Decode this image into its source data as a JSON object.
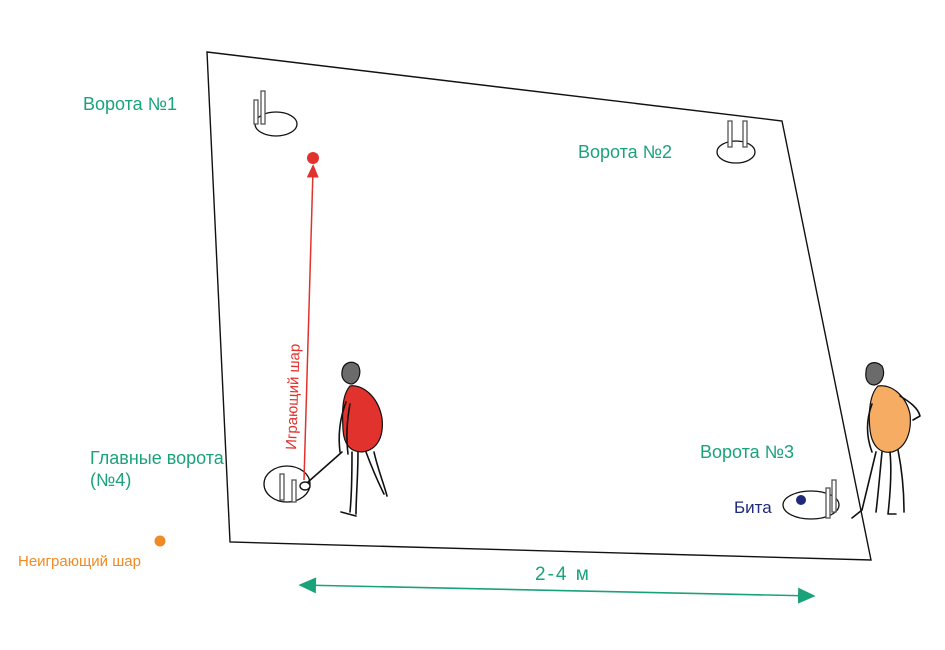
{
  "labels": {
    "gate1": "Ворота №1",
    "gate2": "Ворота №2",
    "gate3": "Ворота №3",
    "main_gate_line1": "Главные ворота",
    "main_gate_line2": "(№4)",
    "playing_ball": "Играющий шар",
    "non_playing_ball": "Неиграющий шар",
    "bat": "Бита",
    "distance": "2-4 м"
  },
  "colors": {
    "field_line": "#111111",
    "label_green": "#1aa37a",
    "playing_ball": "#e2322d",
    "non_playing_ball": "#f08a24",
    "bat_ball": "#1f2a7a",
    "player_red_shirt": "#e2322d",
    "player_orange_shirt": "#f6ad63",
    "player_head": "#6b6b6b"
  }
}
